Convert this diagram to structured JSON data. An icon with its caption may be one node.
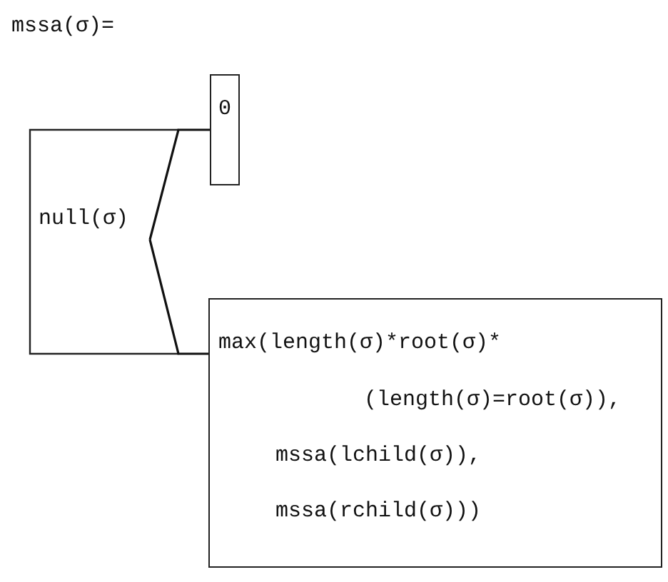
{
  "diagram": {
    "title": "mssa(σ)=",
    "nodes": [
      {
        "text": [
          "0"
        ]
      },
      {
        "text": [
          "null(σ)"
        ]
      },
      {
        "text": [
          "max(length(σ)*root(σ)*",
          "(length(σ)=root(σ)),",
          "mssa(lchild(σ)),",
          "mssa(rchild(σ)))"
        ]
      }
    ],
    "edges": [
      {
        "from": 1,
        "to": 0,
        "arrow": "none"
      },
      {
        "from": 1,
        "to": 2,
        "arrow": "none"
      }
    ]
  }
}
